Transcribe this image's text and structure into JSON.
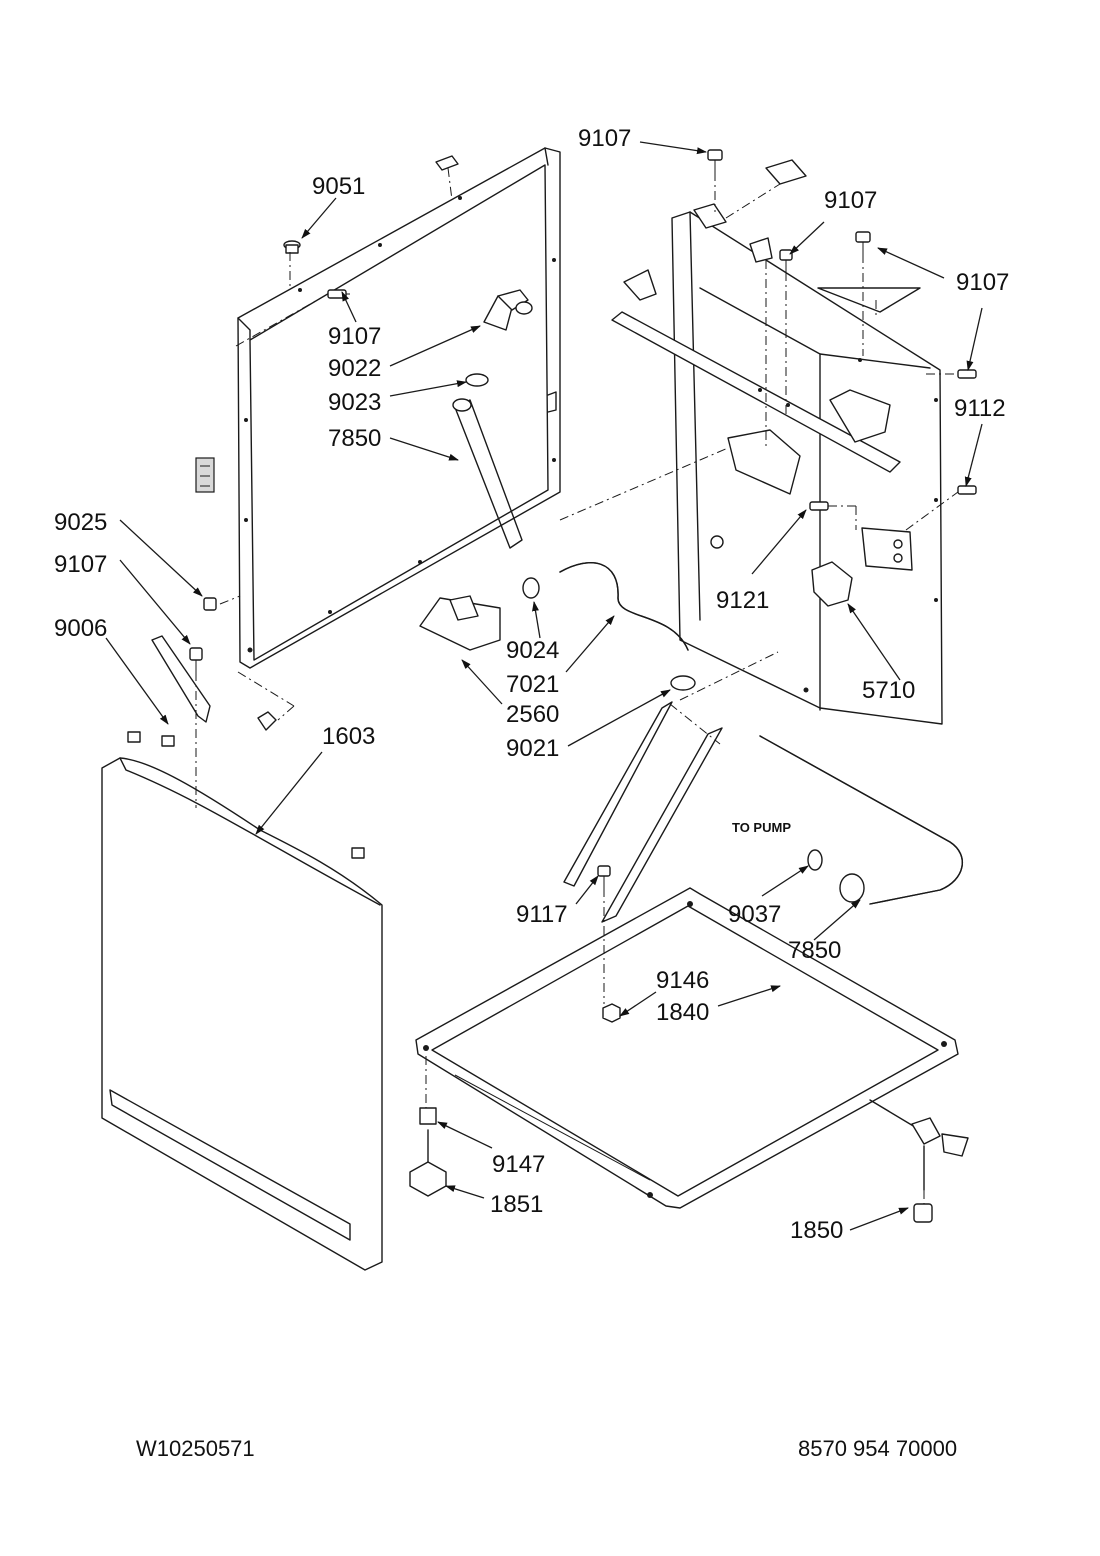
{
  "callouts": {
    "c9107_top": "9107",
    "c9051": "9051",
    "c9107_rb": "9107",
    "c9107_rc": "9107",
    "c9107_l1": "9107",
    "c9022": "9022",
    "c9023": "9023",
    "c7850_a": "7850",
    "c9112": "9112",
    "c9025": "9025",
    "c9107_l2": "9107",
    "c9121": "9121",
    "c9006": "9006",
    "c9024": "9024",
    "c7021": "7021",
    "c5710": "5710",
    "c2560": "2560",
    "c1603": "1603",
    "c9021": "9021",
    "c9117": "9117",
    "c9037": "9037",
    "c7850_b": "7850",
    "c9146": "9146",
    "c1840": "1840",
    "c9147": "9147",
    "c1851": "1851",
    "c1850": "1850"
  },
  "to_pump": "TO PUMP",
  "footer": {
    "doc_number": "W10250571",
    "catalog_number": "8570 954 70000"
  }
}
